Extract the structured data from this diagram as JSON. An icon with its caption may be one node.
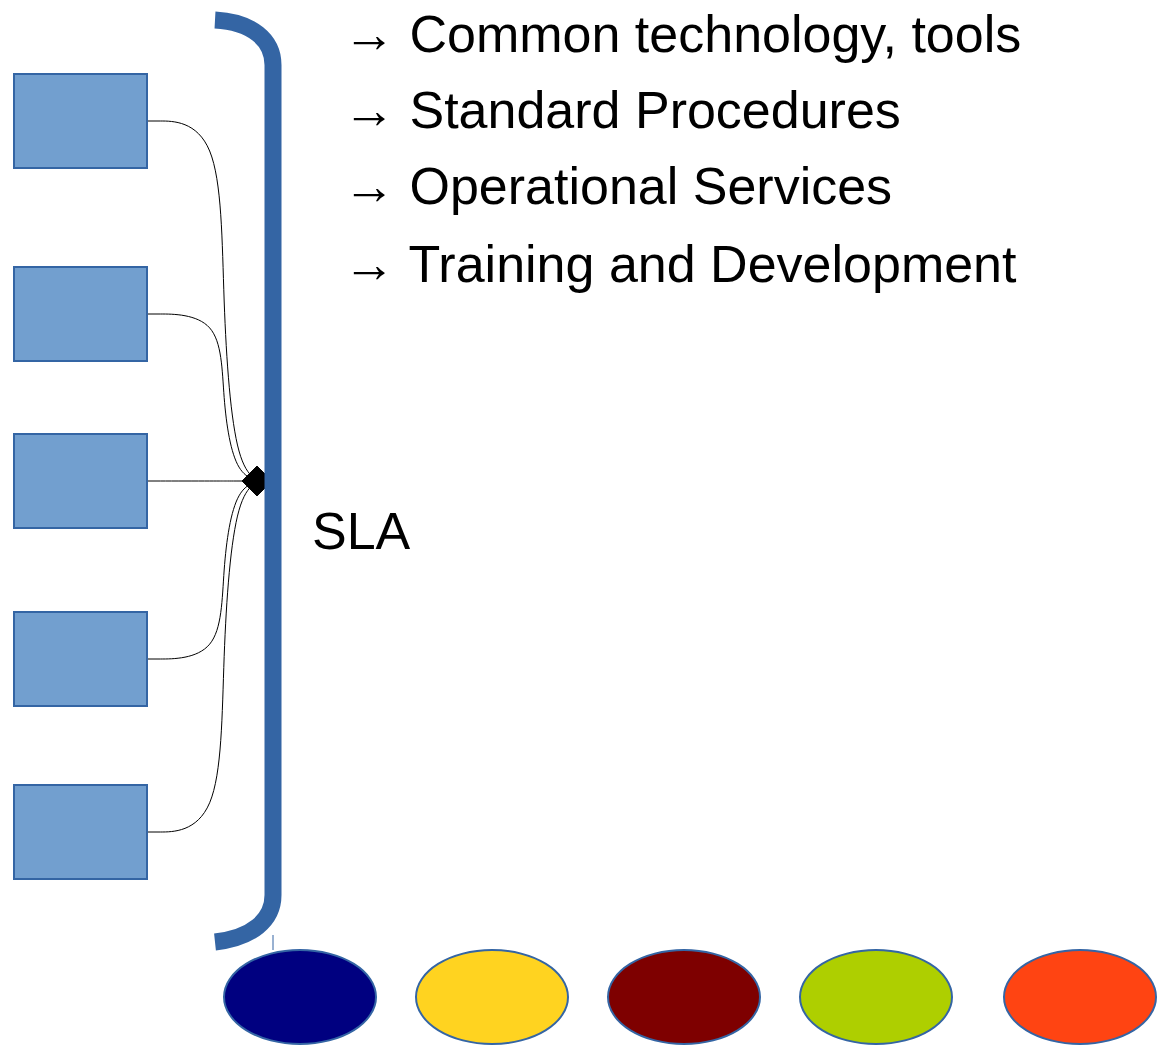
{
  "diagram": {
    "nodes": [
      {
        "text": [],
        "shape": "box"
      },
      {
        "text": [],
        "shape": "box"
      },
      {
        "text": [],
        "shape": "box"
      },
      {
        "text": [],
        "shape": "box"
      },
      {
        "text": [],
        "shape": "box"
      },
      {
        "text": [],
        "shape": "bar"
      },
      {
        "text": [],
        "shape": "ellipse"
      },
      {
        "text": [],
        "shape": "ellipse"
      },
      {
        "text": [],
        "shape": "ellipse"
      },
      {
        "text": [],
        "shape": "ellipse"
      },
      {
        "text": [],
        "shape": "ellipse"
      }
    ],
    "edges": [
      {
        "from": 0,
        "to": 5,
        "arrow": "other"
      },
      {
        "from": 1,
        "to": 5,
        "arrow": "other"
      },
      {
        "from": 2,
        "to": 5,
        "arrow": "other"
      },
      {
        "from": 3,
        "to": 5,
        "arrow": "other"
      },
      {
        "from": 4,
        "to": 5,
        "arrow": "other"
      },
      {
        "from": 5,
        "to": 6,
        "arrow": "none",
        "color": "#3465a4"
      }
    ],
    "labels": [
      "→ Common technology, tools",
      "→ Standard Procedures",
      "→ Operational Services",
      "→ Training and Development",
      "SLA"
    ]
  }
}
